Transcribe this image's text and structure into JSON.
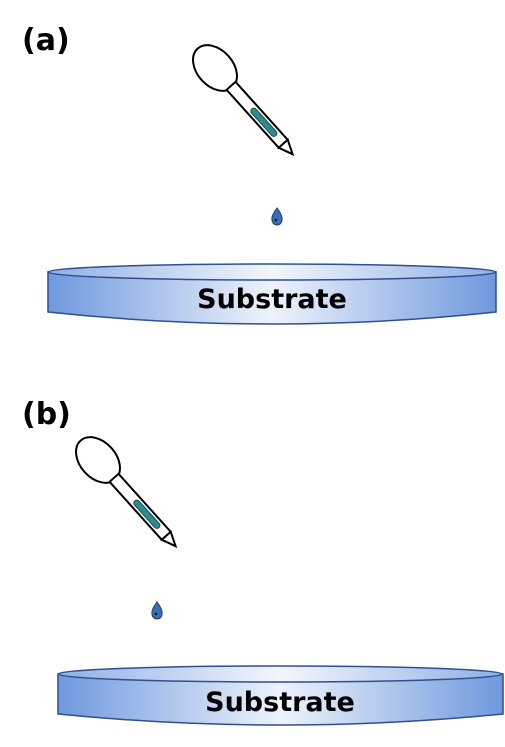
{
  "panels": [
    {
      "label": "(a)",
      "substrate_label": "Substrate"
    },
    {
      "label": "(b)",
      "substrate_label": "Substrate"
    }
  ],
  "colors": {
    "substrate_edge": "#2f4f8f",
    "substrate_center": "#eef3fb",
    "substrate_side": "#6f98de",
    "droplet": "#3b6fb0",
    "liquid": "#2e8b8b"
  }
}
